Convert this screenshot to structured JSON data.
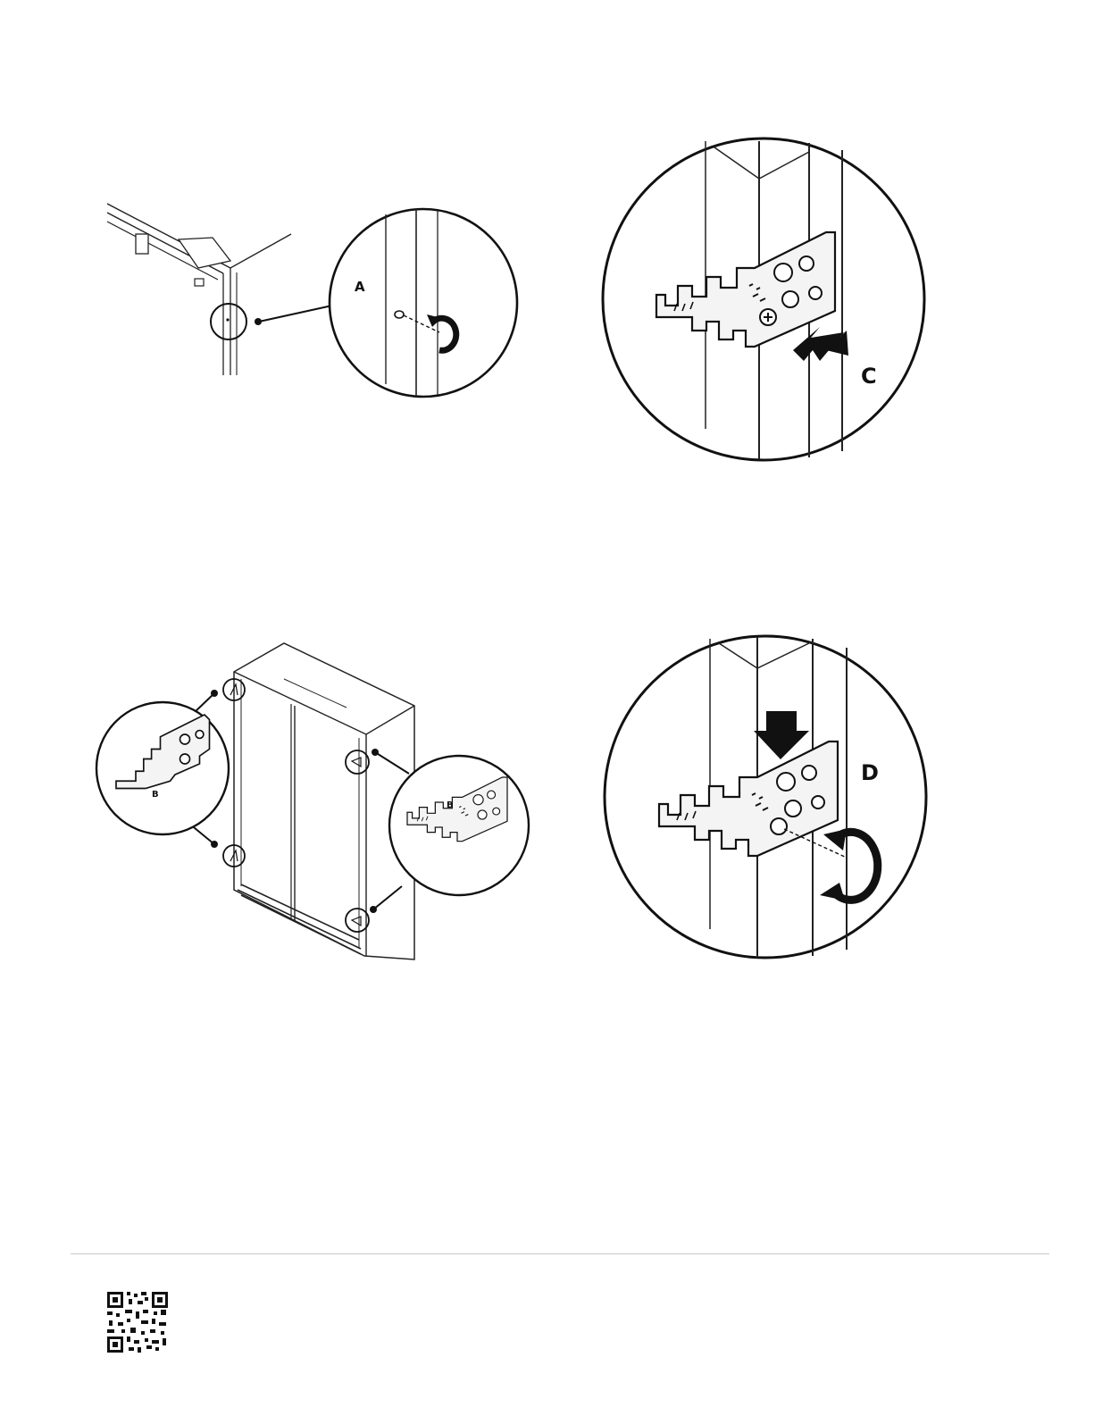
{
  "figures": [
    {
      "id": "panel-1",
      "callout": "A"
    },
    {
      "id": "panel-2",
      "callout": "C"
    },
    {
      "id": "panel-3",
      "callouts": [
        "B",
        "B"
      ]
    },
    {
      "id": "panel-4",
      "callout": "D"
    }
  ],
  "labels": {
    "a": "A",
    "b_left": "B",
    "b_right": "B",
    "c": "C",
    "d": "D"
  },
  "footer": {
    "qr_icon": "qr-code-icon",
    "rule_color": "#c8c8c8"
  }
}
